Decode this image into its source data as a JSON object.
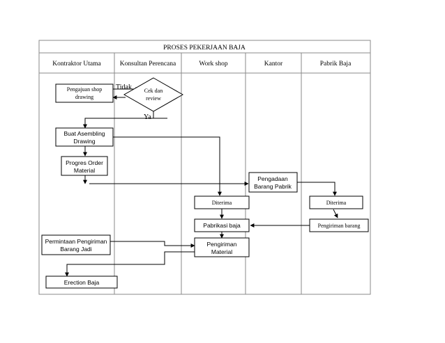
{
  "title": "PROSES PEKERJAAN BAJA",
  "columns": [
    {
      "label": "Kontraktor Utama"
    },
    {
      "label": "Konsultan Perencana"
    },
    {
      "label": "Work shop"
    },
    {
      "label": "Kantor"
    },
    {
      "label": "Pabrik Baja"
    }
  ],
  "nodes": {
    "pengajuan": [
      "Pengajuan shop",
      "drawing"
    ],
    "cek": [
      "Cek dan",
      "review"
    ],
    "asembling": [
      "Buat Asembling",
      "Drawing"
    ],
    "progres": [
      "Progres Order",
      "Material"
    ],
    "pengadaan": [
      "Pengadaan",
      "Barang Pabrik"
    ],
    "diterima_ws": [
      "Diterima"
    ],
    "diterima_pb": [
      "Diterima"
    ],
    "pabrikasi": [
      "Pabrikasi baja"
    ],
    "pengiriman_barang": [
      "Pengiriman barang"
    ],
    "permintaan": [
      "Permintaan Pengiriman",
      "Barang Jadi"
    ],
    "pengiriman_material": [
      "Pengiriman",
      "Material"
    ],
    "erection": [
      "Erection Baja"
    ]
  },
  "edge_labels": {
    "tidak": "Tidak",
    "ya": "Ya"
  }
}
